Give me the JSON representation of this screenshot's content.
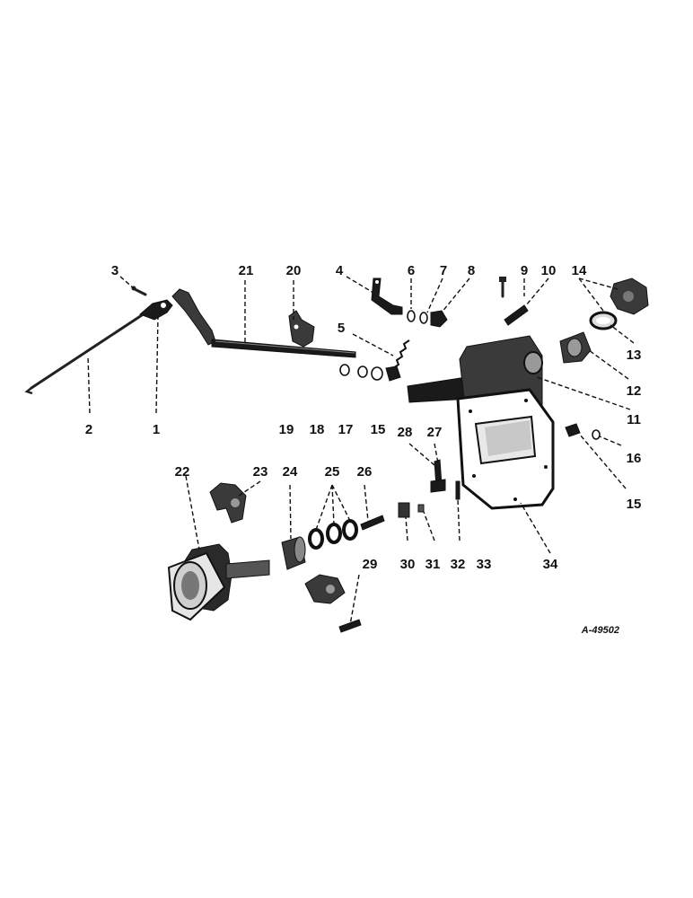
{
  "figure": {
    "drawing_code": "A-49502"
  },
  "callouts": [
    {
      "id": "1",
      "text": "1"
    },
    {
      "id": "2",
      "text": "2"
    },
    {
      "id": "3",
      "text": "3"
    },
    {
      "id": "4",
      "text": "4"
    },
    {
      "id": "5",
      "text": "5"
    },
    {
      "id": "6",
      "text": "6"
    },
    {
      "id": "7",
      "text": "7"
    },
    {
      "id": "8",
      "text": "8"
    },
    {
      "id": "9",
      "text": "9"
    },
    {
      "id": "10",
      "text": "10"
    },
    {
      "id": "11",
      "text": "11"
    },
    {
      "id": "12",
      "text": "12"
    },
    {
      "id": "13",
      "text": "13"
    },
    {
      "id": "14",
      "text": "14"
    },
    {
      "id": "15a",
      "text": "15"
    },
    {
      "id": "15b",
      "text": "15"
    },
    {
      "id": "16",
      "text": "16"
    },
    {
      "id": "17",
      "text": "17"
    },
    {
      "id": "18",
      "text": "18"
    },
    {
      "id": "19",
      "text": "19"
    },
    {
      "id": "20",
      "text": "20"
    },
    {
      "id": "21",
      "text": "21"
    },
    {
      "id": "22",
      "text": "22"
    },
    {
      "id": "23",
      "text": "23"
    },
    {
      "id": "24",
      "text": "24"
    },
    {
      "id": "25",
      "text": "25"
    },
    {
      "id": "26",
      "text": "26"
    },
    {
      "id": "27",
      "text": "27"
    },
    {
      "id": "28",
      "text": "28"
    },
    {
      "id": "29",
      "text": "29"
    },
    {
      "id": "30",
      "text": "30"
    },
    {
      "id": "31",
      "text": "31"
    },
    {
      "id": "32",
      "text": "32"
    },
    {
      "id": "33",
      "text": "33"
    },
    {
      "id": "34",
      "text": "34"
    }
  ]
}
